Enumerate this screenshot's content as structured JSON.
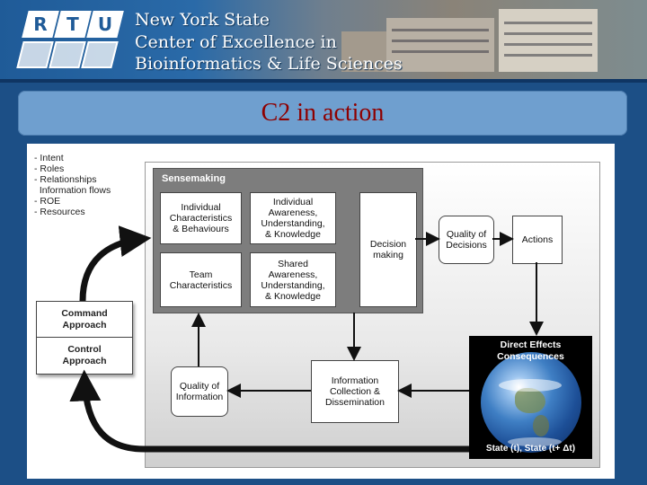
{
  "header": {
    "logo_letters": [
      "R",
      "T",
      "U"
    ],
    "org_lines": [
      "New York State",
      "Center of Excellence in",
      "Bioinformatics & Life Sciences"
    ]
  },
  "slide": {
    "title": "C2 in action"
  },
  "diagram": {
    "left_list": "- Intent\n- Roles\n- Relationships\n  Information flows\n- ROE\n- Resources",
    "sensemaking_label": "Sensemaking",
    "individual_characteristics": "Individual\nCharacteristics\n& Behaviours",
    "individual_awareness": "Individual\nAwareness,\nUnderstanding,\n& Knowledge",
    "team_characteristics": "Team\nCharacteristics",
    "shared_awareness": "Shared\nAwareness,\nUnderstanding,\n& Knowledge",
    "decision_making": "Decision\nmaking",
    "quality_of_decisions": "Quality of\nDecisions",
    "actions": "Actions",
    "command_approach": "Command\nApproach",
    "control_approach": "Control\nApproach",
    "quality_of_information": "Quality of\nInformation",
    "info_collection": "Information\nCollection &\nDissemination",
    "direct_effects": "Direct Effects\nConsequences",
    "state_label": "State (t), State (t+ Δt)"
  },
  "colors": {
    "header_blue": "#1f5b98",
    "title_bar": "#6f9fcf",
    "title_text": "#8e0000",
    "sensemaking_gray": "#7d7d7d"
  }
}
